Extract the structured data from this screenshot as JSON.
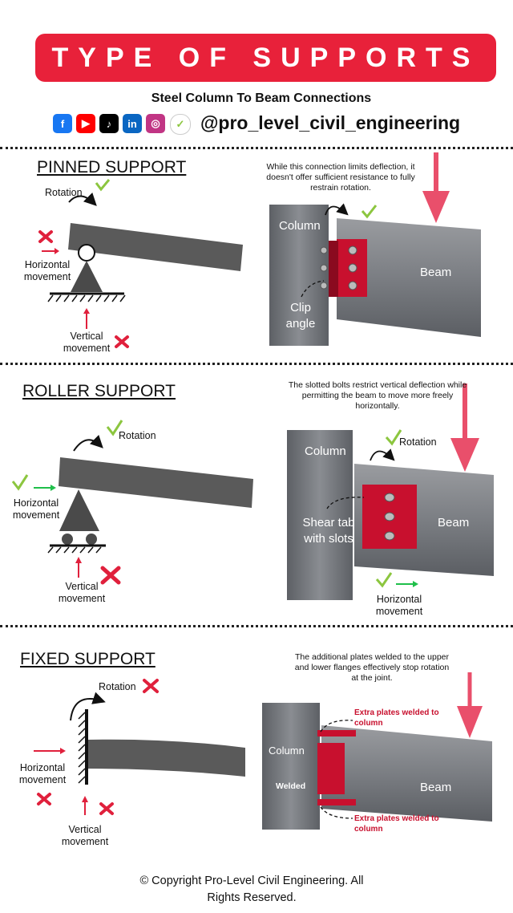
{
  "header": {
    "title": "TYPE OF SUPPORTS",
    "subtitle": "Steel Column To Beam Connections",
    "handle": "@pro_level_civil_engineering",
    "socials": [
      {
        "icon": "facebook-icon",
        "glyph": "f",
        "color": "#1877f2"
      },
      {
        "icon": "youtube-icon",
        "glyph": "▶",
        "color": "#ff0000"
      },
      {
        "icon": "tiktok-icon",
        "glyph": "♪",
        "color": "#000000"
      },
      {
        "icon": "linkedin-icon",
        "glyph": "in",
        "color": "#0a66c2"
      },
      {
        "icon": "instagram-icon",
        "glyph": "◎",
        "color": "#c13584"
      },
      {
        "icon": "x-brand-icon",
        "glyph": "✓",
        "color": "#ffffff"
      }
    ]
  },
  "pinned": {
    "title": "PINNED SUPPORT",
    "rotation": "Rotation",
    "horizontal": "Horizontal movement",
    "vertical": "Vertical movement",
    "note": "While this connection limits deflection, it doesn't offer sufficient resistance to fully restrain rotation.",
    "column": "Column",
    "beam": "Beam",
    "clip_angle": "Clip angle"
  },
  "roller": {
    "title": "ROLLER SUPPORT",
    "rotation": "Rotation",
    "horizontal": "Horizontal movement",
    "vertical": "Vertical movement",
    "note": "The slotted bolts restrict vertical deflection while permitting the beam to move more freely horizontally.",
    "column": "Column",
    "beam": "Beam",
    "shear_tab": "Shear tab with slots",
    "photo_rotation": "Rotation",
    "photo_horizontal": "Horizontal movement"
  },
  "fixed": {
    "title": "FIXED SUPPORT",
    "rotation": "Rotation",
    "horizontal": "Horizontal movement",
    "vertical": "Vertical movement",
    "note": "The additional plates  welded to the upper and lower flanges effectively  stop rotation at the joint.",
    "column": "Column",
    "beam": "Beam",
    "welded": "Welded",
    "extra_top": "Extra plates welded to column",
    "extra_bottom": "Extra plates welded to column"
  },
  "footer": {
    "copyright": "© Copyright Pro-Level Civil Engineering. All Rights Reserved."
  },
  "colors": {
    "accent": "#e8213a",
    "check": "#8cc63f",
    "cross": "#e0203c",
    "steel": "#6e6e6e",
    "plate": "#c8102e"
  }
}
